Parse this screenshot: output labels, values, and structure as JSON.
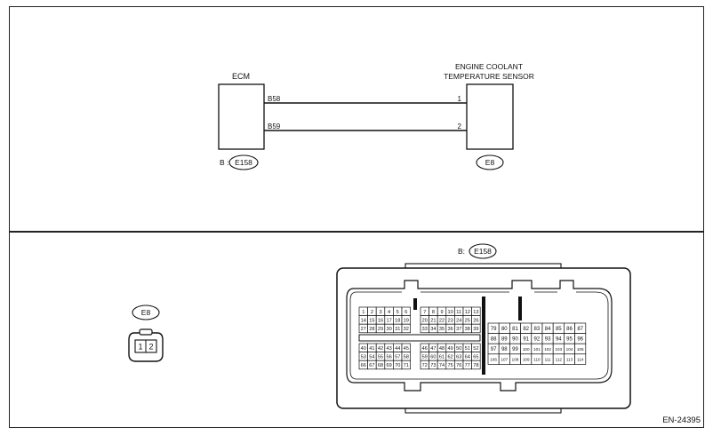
{
  "upper": {
    "ecm_label": "ECM",
    "sensor_label_line1": "ENGINE COOLANT",
    "sensor_label_line2": "TEMPERATURE SENSOR",
    "wires": [
      {
        "ecm_terminal": "B58",
        "sensor_terminal": "1"
      },
      {
        "ecm_terminal": "B59",
        "sensor_terminal": "2"
      }
    ],
    "ecm_connector_prefix": "B :",
    "ecm_connector_id": "E158",
    "sensor_connector_id": "E8"
  },
  "lower": {
    "small_connector": {
      "id": "E8",
      "pins": [
        "1",
        "2"
      ]
    },
    "ecm_connector": {
      "prefix": "B:",
      "id": "E158",
      "blocks": [
        {
          "rows": [
            [
              "1",
              "2",
              "3",
              "4",
              "5",
              "6"
            ],
            [
              "14",
              "15",
              "16",
              "17",
              "18",
              "19"
            ],
            [
              "27",
              "28",
              "29",
              "30",
              "31",
              "32"
            ]
          ]
        },
        {
          "rows": [
            [
              "7",
              "8",
              "9",
              "10",
              "11",
              "12",
              "13"
            ],
            [
              "20",
              "21",
              "22",
              "23",
              "24",
              "25",
              "26"
            ],
            [
              "33",
              "34",
              "35",
              "36",
              "37",
              "38",
              "39"
            ]
          ]
        },
        {
          "rows": [
            [
              "40",
              "41",
              "42",
              "43",
              "44",
              "45"
            ],
            [
              "53",
              "54",
              "55",
              "56",
              "57",
              "58"
            ],
            [
              "66",
              "67",
              "68",
              "69",
              "70",
              "71"
            ]
          ]
        },
        {
          "rows": [
            [
              "46",
              "47",
              "48",
              "49",
              "50",
              "51",
              "52"
            ],
            [
              "59",
              "60",
              "61",
              "62",
              "63",
              "64",
              "65"
            ],
            [
              "72",
              "73",
              "74",
              "75",
              "76",
              "77",
              "78"
            ]
          ]
        },
        {
          "rows": [
            [
              "79",
              "80",
              "81",
              "82",
              "83",
              "84",
              "85",
              "86",
              "87"
            ],
            [
              "88",
              "89",
              "90",
              "91",
              "92",
              "93",
              "94",
              "95",
              "96"
            ],
            [
              "97",
              "98",
              "99",
              "100",
              "101",
              "102",
              "103",
              "104",
              "105"
            ],
            [
              "106",
              "107",
              "108",
              "109",
              "110",
              "111",
              "112",
              "113",
              "114"
            ]
          ]
        }
      ]
    }
  },
  "figure_id": "EN-24395"
}
